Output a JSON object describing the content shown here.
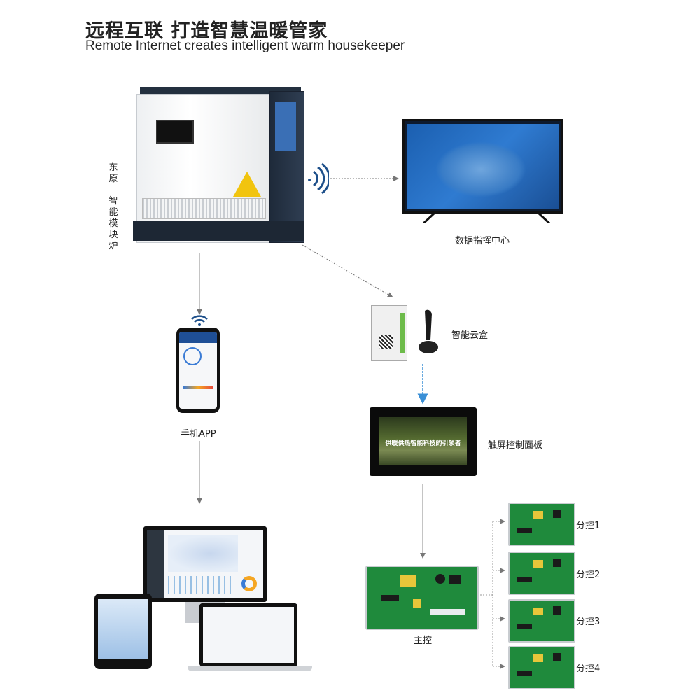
{
  "title": {
    "cn": "远程互联  打造智慧温暖管家",
    "en": "Remote Internet creates intelligent warm housekeeper"
  },
  "nodes": {
    "boiler_label": [
      "东",
      "原",
      "",
      "智",
      "能",
      "模",
      "块",
      "炉"
    ],
    "data_center": "数据指挥中心",
    "mobile_app": "手机APP",
    "cloud_box": "智能云盒",
    "touch_panel": "触屏控制面板",
    "touch_panel_screen": "供暖供热智能科技的引领者",
    "main_control": "主控",
    "sub_controls": [
      "分控1",
      "分控2",
      "分控3",
      "分控4"
    ]
  },
  "colors": {
    "accent_arrow": "#3a8fd6",
    "connector": "#777777",
    "pcb_green": "#1f8a3c"
  },
  "icons": {
    "wifi": "wifi-signal-icon"
  }
}
